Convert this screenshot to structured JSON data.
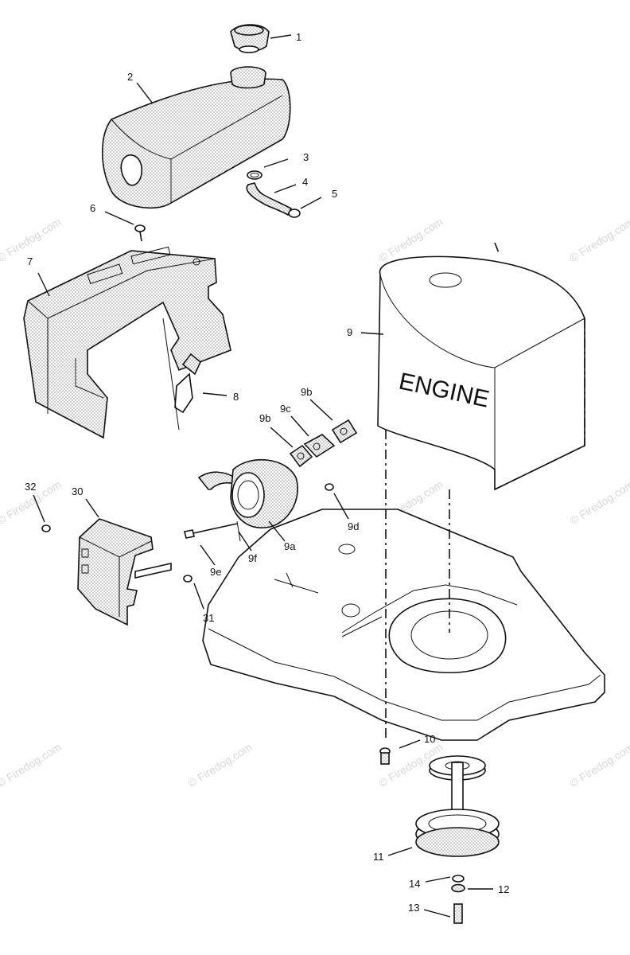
{
  "watermark": "© Firedog.com",
  "engine_label": "ENGINE",
  "callouts": {
    "c1": "1",
    "c2": "2",
    "c3": "3",
    "c4": "4",
    "c5": "5",
    "c6": "6",
    "c7": "7",
    "c8": "8",
    "c9": "9",
    "c9a": "9a",
    "c9b_top": "9b",
    "c9b": "9b",
    "c9c": "9c",
    "c9d": "9d",
    "c9e": "9e",
    "c9f": "9f",
    "c10": "10",
    "c11": "11",
    "c12": "12",
    "c13": "13",
    "c14": "14",
    "c30": "30",
    "c31": "31",
    "c32": "32"
  }
}
